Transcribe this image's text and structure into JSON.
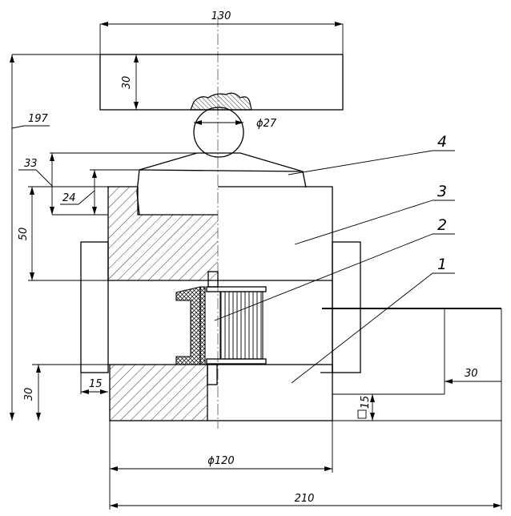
{
  "dimensions": {
    "top_width": "130",
    "top_height": "30",
    "ball_diameter": "ϕ27",
    "ref_197": "197",
    "ref_33": "33",
    "ref_24": "24",
    "ref_50": "50",
    "ref_30_left": "30",
    "ref_15_left": "15",
    "base_diameter": "ϕ120",
    "overall_width": "210",
    "ref_30_right": "30",
    "ref_15_right": "15"
  },
  "callouts": [
    "1",
    "2",
    "3",
    "4"
  ]
}
